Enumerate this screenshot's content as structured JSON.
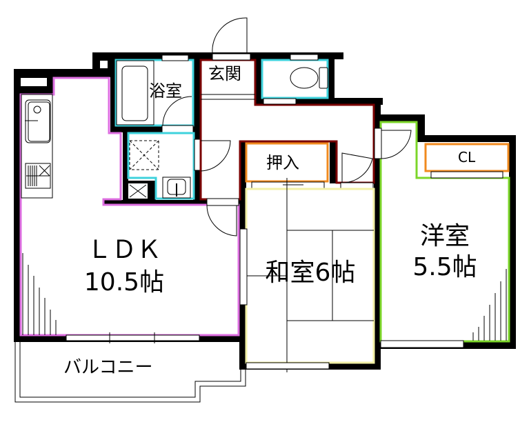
{
  "floor_plan": {
    "colors": {
      "wall": "#000000",
      "ldk_outline": "#dd6ee0",
      "wet_area_outline": "#3ed2dc",
      "entrance_hall_outline": "#7a0000",
      "closet_outline": "#f08a1e",
      "washitsu_outline": "#f2f0a6",
      "youshitsu_outline": "#7cd62a"
    },
    "rooms": {
      "ldk": {
        "name": "ＬＤＫ",
        "size": "10.5帖"
      },
      "washitsu": {
        "label": "和室6帖"
      },
      "youshitsu": {
        "name": "洋室",
        "size": "5.5帖"
      },
      "bathroom": {
        "label": "浴室"
      },
      "entrance": {
        "label": "玄関"
      },
      "oshiire": {
        "label": "押入"
      },
      "closet": {
        "label": "CL"
      },
      "balcony": {
        "label": "バルコニー"
      }
    }
  }
}
